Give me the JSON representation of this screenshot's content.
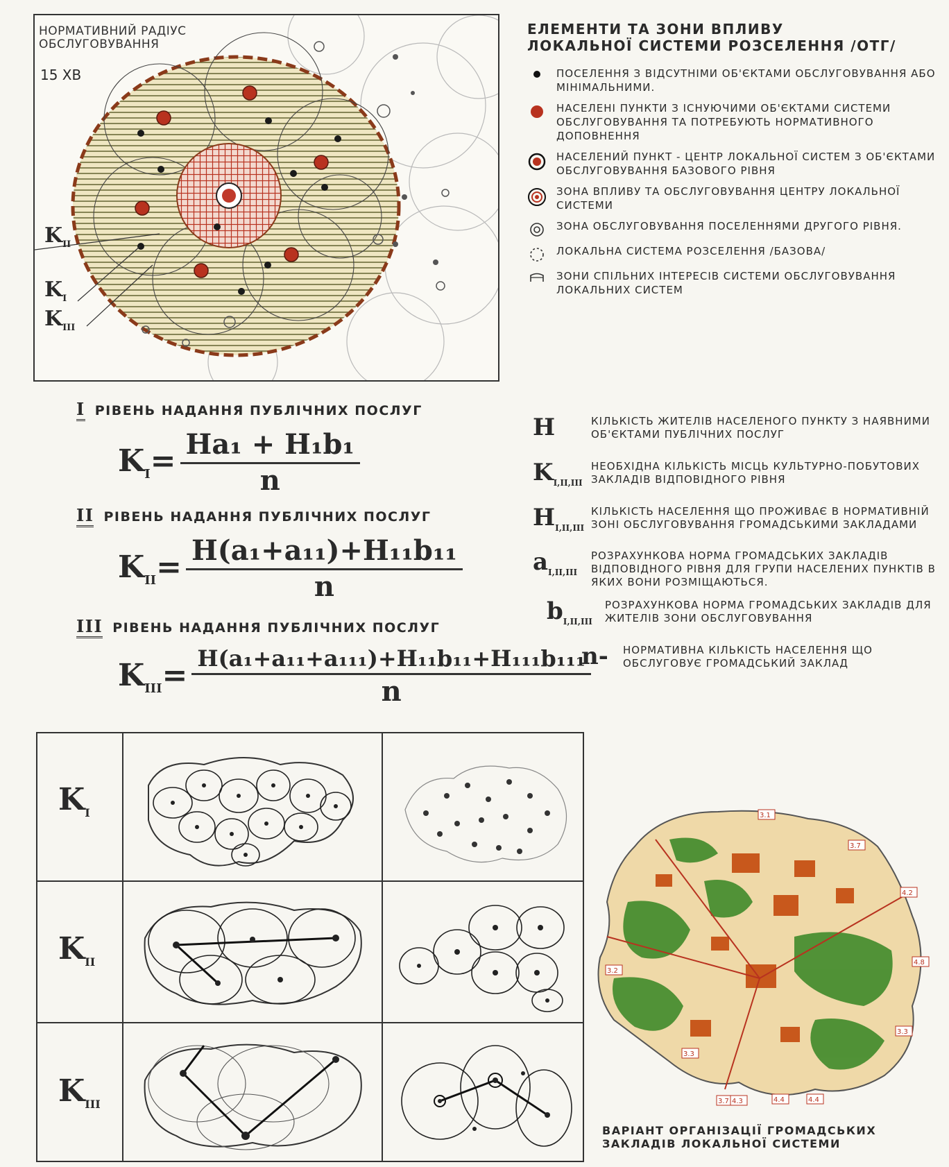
{
  "scheme": {
    "title_line1": "НОРМАТИВНИЙ РАДІУС",
    "title_line2": "ОБСЛУГОВУВАННЯ",
    "time_label": "15 ХВ",
    "label_k2": "K",
    "label_k2_sub": "II",
    "label_k1": "K",
    "label_k1_sub": "I",
    "label_k3": "K",
    "label_k3_sub": "III"
  },
  "legend": {
    "title_line1": "ЕЛЕМЕНТИ ТА ЗОНИ ВПЛИВУ",
    "title_line2": "ЛОКАЛЬНОЇ СИСТЕМИ РОЗСЕЛЕННЯ /ОТГ/",
    "items": [
      {
        "icon": "small-black-dot",
        "text": "ПОСЕЛЕННЯ З ВІДСУТНІМИ ОБ'ЄКТАМИ ОБСЛУГОВУВАННЯ АБО МІНІМАЛЬНИМИ."
      },
      {
        "icon": "red-dot",
        "text": "НАСЕЛЕНІ ПУНКТИ З ІСНУЮЧИМИ ОБ'ЄКТАМИ СИСТЕМИ ОБСЛУГОВУВАННЯ ТА ПОТРЕБУЮТЬ НОРМАТИВНОГО ДОПОВНЕННЯ"
      },
      {
        "icon": "ringed-red-dot",
        "text": "НАСЕЛЕНИЙ ПУНКТ - ЦЕНТР ЛОКАЛЬНОЇ СИСТЕМ З ОБ'ЄКТАМИ ОБСЛУГОВУВАННЯ БАЗОВОГО РІВНЯ"
      },
      {
        "icon": "double-ring-icon",
        "text": "ЗОНА ВПЛИВУ ТА ОБСЛУГОВУВАННЯ ЦЕНТРУ ЛОКАЛЬНОЇ СИСТЕМИ"
      },
      {
        "icon": "small-ring-icon",
        "text": "ЗОНА ОБСЛУГОВУВАННЯ ПОСЕЛЕННЯМИ ДРУГОГО РІВНЯ."
      },
      {
        "icon": "dashed-circle-icon",
        "text": "ЛОКАЛЬНА СИСТЕМА РОЗСЕЛЕННЯ /БАЗОВА/"
      },
      {
        "icon": "joint-zone-icon",
        "text": "ЗОНИ СПІЛЬНИХ ІНТЕРЕСІВ СИСТЕМИ ОБСЛУГОВУВАННЯ ЛОКАЛЬНИХ СИСТЕМ"
      }
    ]
  },
  "levels": [
    {
      "numeral": "I",
      "title": "РІВЕНЬ НАДАННЯ ПУБЛІЧНИХ ПОСЛУГ",
      "lhs": "K",
      "lhs_sub": "I",
      "numerator": "Ha₁ + H₁b₁",
      "denominator": "n"
    },
    {
      "numeral": "II",
      "title": "РІВЕНЬ НАДАННЯ ПУБЛІЧНИХ ПОСЛУГ",
      "lhs": "K",
      "lhs_sub": "II",
      "numerator": "H(a₁+a₁₁)+H₁₁b₁₁",
      "denominator": "n"
    },
    {
      "numeral": "III",
      "title": "РІВЕНЬ НАДАННЯ ПУБЛІЧНИХ ПОСЛУГ",
      "lhs": "K",
      "lhs_sub": "III",
      "numerator": "H(a₁+a₁₁+a₁₁₁)+H₁₁b₁₁+H₁₁₁b₁₁₁",
      "denominator": "n"
    }
  ],
  "notation": [
    {
      "symbol": "H",
      "sub": "",
      "text": "КІЛЬКІСТЬ ЖИТЕЛІВ НАСЕЛЕНОГО ПУНКТУ З НАЯВНИМИ ОБ'ЄКТАМИ ПУБЛІЧНИХ ПОСЛУГ"
    },
    {
      "symbol": "K",
      "sub": "I,II,III",
      "text": "НЕОБХІДНА КІЛЬКІСТЬ МІСЦЬ КУЛЬТУРНО-ПОБУТОВИХ ЗАКЛАДІВ ВІДПОВІДНОГО РІВНЯ"
    },
    {
      "symbol": "H",
      "sub": "I,II,III",
      "text": "КІЛЬКІСТЬ НАСЕЛЕННЯ ЩО ПРОЖИВАЄ В НОРМАТИВНІЙ ЗОНІ ОБСЛУГОВУВАННЯ ГРОМАДСЬКИМИ ЗАКЛАДАМИ"
    },
    {
      "symbol": "a",
      "sub": "I,II,III",
      "text": "РОЗРАХУНКОВА НОРМА ГРОМАДСЬКИХ ЗАКЛАДІВ ВІДПОВІДНОГО РІВНЯ ДЛЯ ГРУПИ НАСЕЛЕНИХ ПУНКТІВ В ЯКИХ ВОНИ РОЗМІЩАЮТЬСЯ."
    },
    {
      "symbol": "b",
      "sub": "I,II,III",
      "text": "РОЗРАХУНКОВА НОРМА ГРОМАДСЬКИХ ЗАКЛАДІВ ДЛЯ ЖИТЕЛІВ ЗОНИ ОБСЛУГОВУВАННЯ"
    },
    {
      "symbol": "n-",
      "sub": "",
      "text": "НОРМАТИВНА КІЛЬКІСТЬ НАСЕЛЕННЯ ЩО ОБСЛУГОВУЄ ГРОМАДСЬКИЙ ЗАКЛАД"
    }
  ],
  "grid": {
    "rows": [
      {
        "label": "K",
        "sub": "I"
      },
      {
        "label": "K",
        "sub": "II"
      },
      {
        "label": "K",
        "sub": "III"
      }
    ]
  },
  "map": {
    "caption_line1": "ВАРІАНТ ОРГАНІЗАЦІЇ ГРОМАДСЬКИХ",
    "caption_line2": "ЗАКЛАДІВ ЛОКАЛЬНОЇ СИСТЕМИ",
    "zone_labels": [
      "3.1",
      "3.7",
      "4.2",
      "4.8",
      "3.3",
      "3.2",
      "3.3",
      "3.7",
      "4.3",
      "4.4",
      "4.4"
    ]
  },
  "colors": {
    "ink": "#2a2a2a",
    "red": "#b8321f",
    "hatch": "#c9b98a",
    "map_green": "#3f8a2a",
    "map_light": "#efd9a8",
    "map_orange": "#c8581c"
  }
}
